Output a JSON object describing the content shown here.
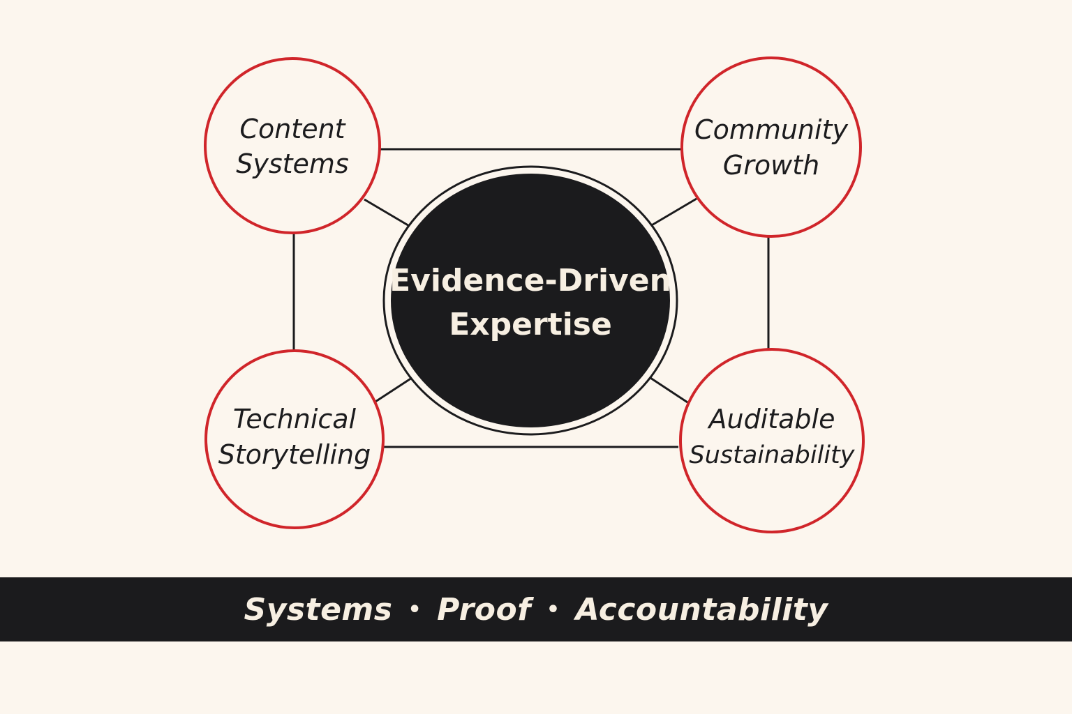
{
  "center": {
    "line1": "Evidence-Driven",
    "line2": "Expertise"
  },
  "nodes": [
    {
      "id": "content-systems",
      "line1": "Content",
      "line2": "Systems"
    },
    {
      "id": "community-growth",
      "line1": "Community",
      "line2": "Growth"
    },
    {
      "id": "technical-storytelling",
      "line1": "Technical",
      "line2": "Storytelling"
    },
    {
      "id": "auditable-sustainability",
      "line1": "Auditable",
      "line2": "Sustainability"
    }
  ],
  "banner": {
    "items": [
      "Systems",
      "Proof",
      "Accountability"
    ],
    "separator": "•"
  },
  "colors": {
    "background": "#fcf6ee",
    "node_stroke": "#d0252a",
    "center_fill": "#1b1b1d",
    "connector": "#1b1b1d",
    "banner": "#1b1b1d",
    "banner_text": "#f7efe2"
  }
}
